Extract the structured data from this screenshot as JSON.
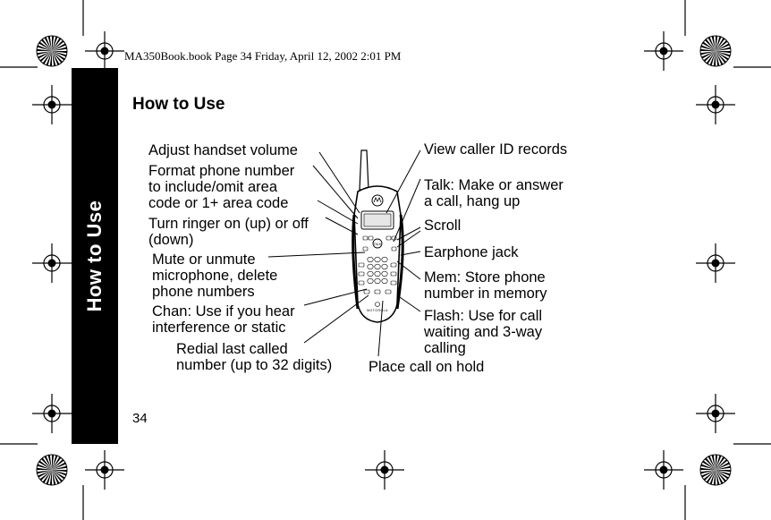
{
  "header": {
    "file_info": "MA350Book.book  Page 34  Friday, April 12, 2002  2:01 PM"
  },
  "side_tab": {
    "label": "How to Use"
  },
  "section_title": "How to Use",
  "page_number": "34",
  "phone": {
    "button_text": "TALK",
    "brand": "MOTOROLA"
  },
  "callouts": {
    "adjust_volume": "Adjust handset volume",
    "format_number": "Format phone number\nto include/omit area\ncode or 1+ area code",
    "ringer": "Turn ringer on (up) or off\n(down)",
    "mute": "Mute or unmute\nmicrophone, delete\nphone numbers",
    "chan": "Chan: Use if you hear\ninterference or static",
    "redial": "Redial last called\nnumber (up to 32 digits)",
    "caller_id": "View caller ID records",
    "talk": "Talk: Make or answer\na call, hang up",
    "scroll": "Scroll",
    "earphone": "Earphone jack",
    "mem": "Mem: Store phone\nnumber in memory",
    "flash": "Flash: Use for call\nwaiting and 3-way\ncalling",
    "hold": "Place call on hold"
  }
}
